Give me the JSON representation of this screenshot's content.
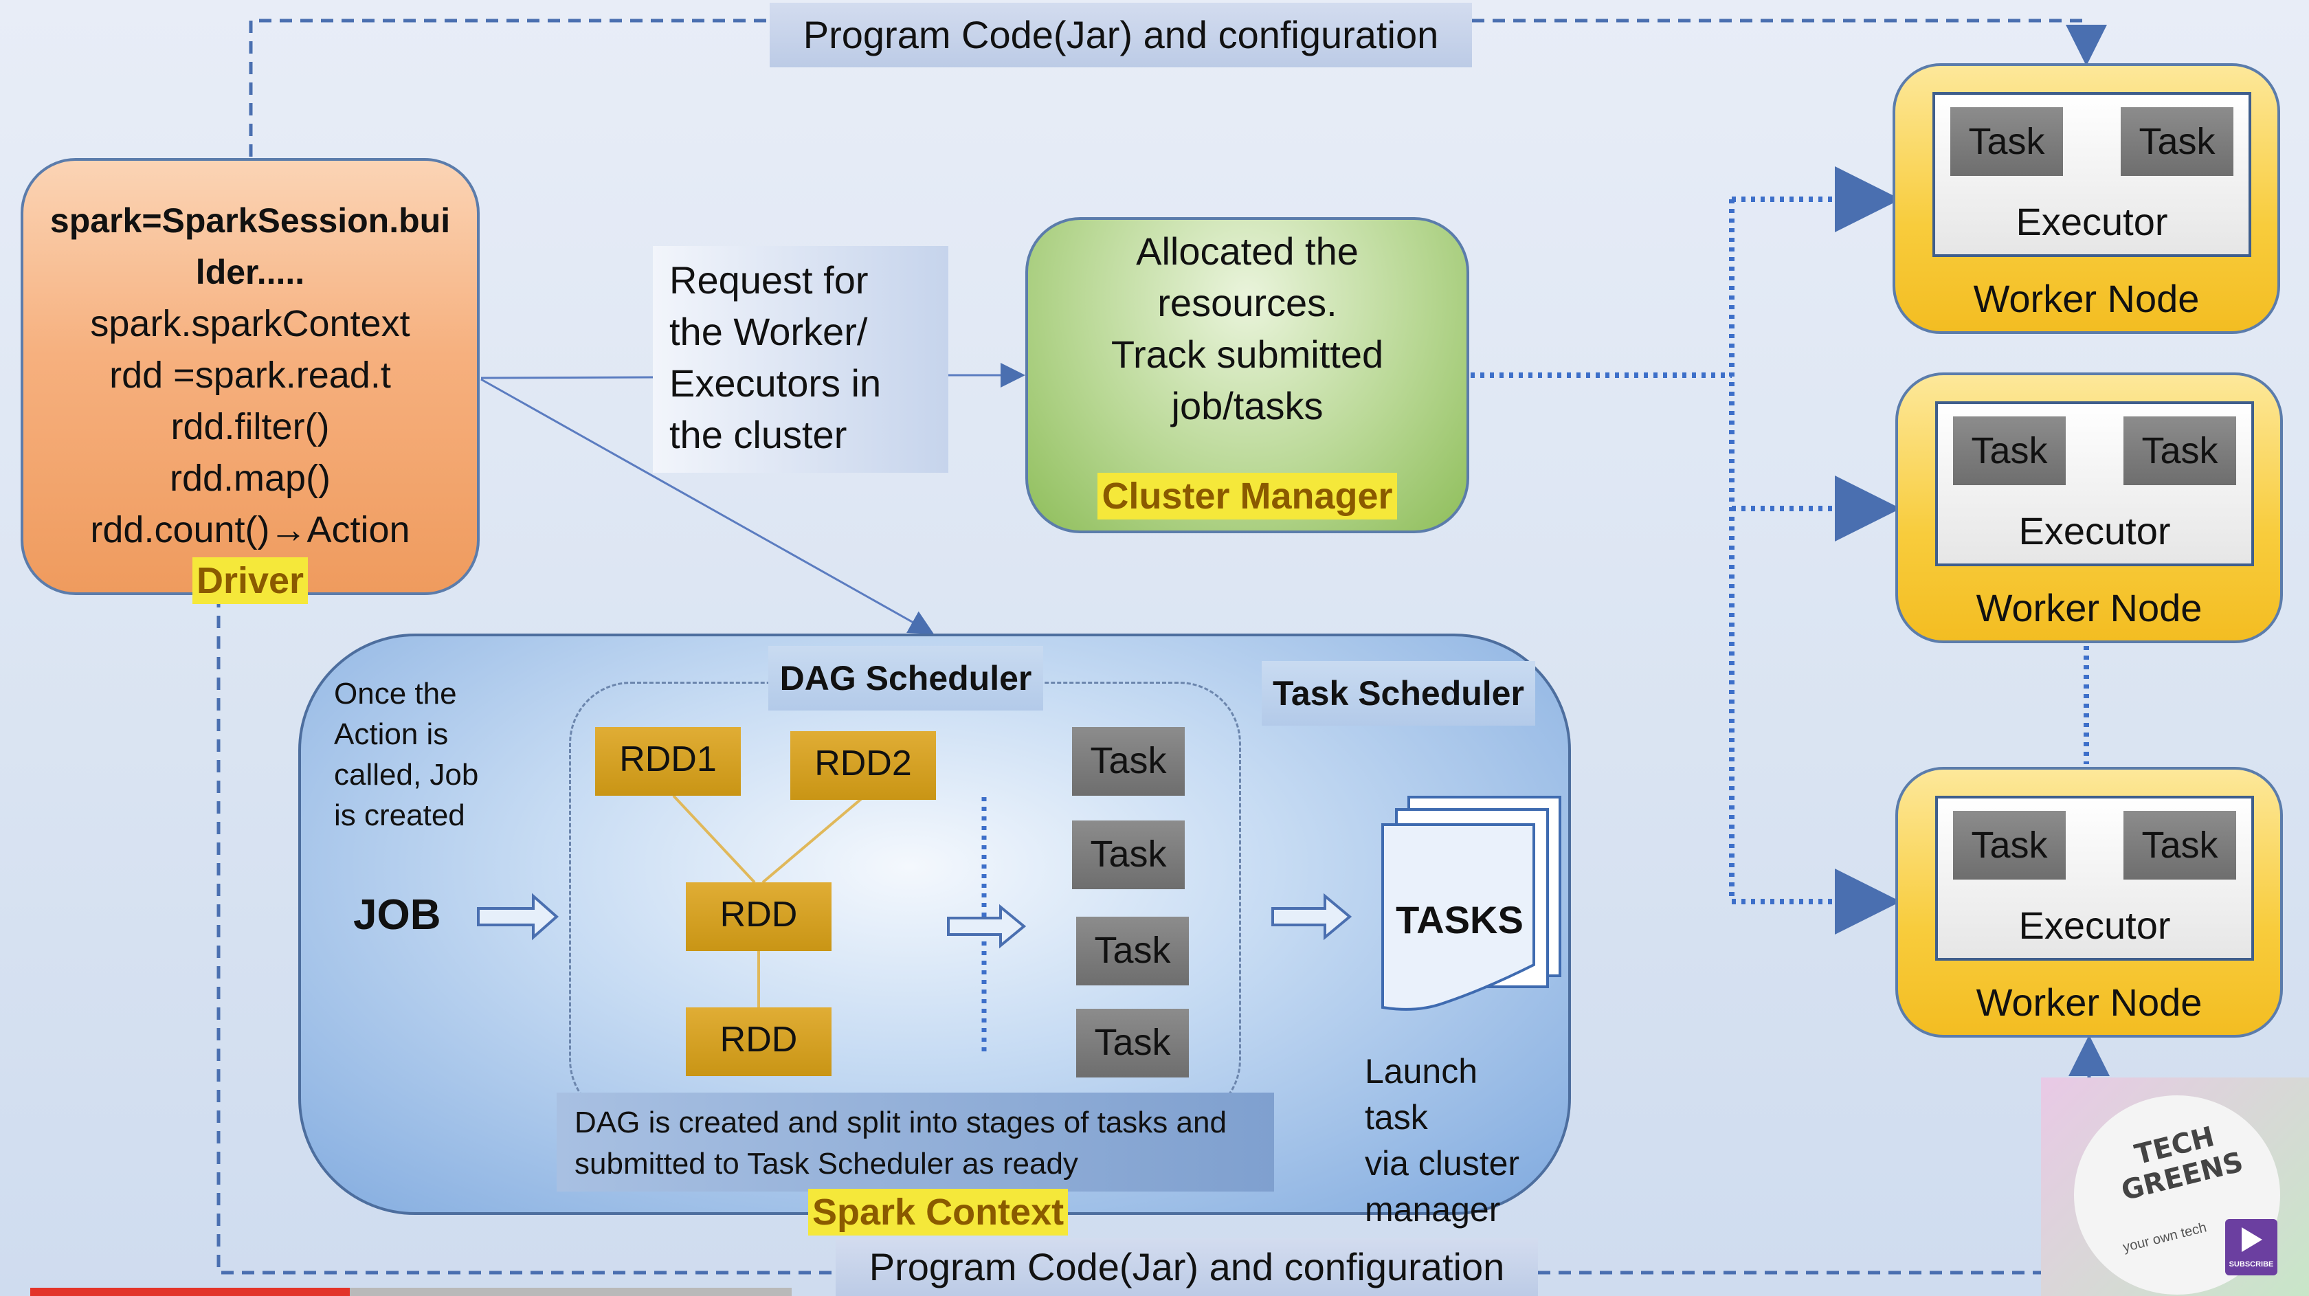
{
  "banners": {
    "top": "Program Code(Jar) and configuration",
    "bottom": "Program Code(Jar) and configuration"
  },
  "driver": {
    "lines": [
      "spark=SparkSession.bui",
      "lder.....",
      "spark.sparkContext",
      "rdd =spark.read.t",
      "rdd.filter()",
      "rdd.map()",
      "rdd.count()→Action"
    ],
    "label": "Driver"
  },
  "request": {
    "lines": [
      "Request for",
      "the Worker/",
      "Executors in",
      "the cluster"
    ]
  },
  "cluster_manager": {
    "lines": [
      "Allocated the",
      "resources.",
      "Track submitted",
      "job/tasks"
    ],
    "label": "Cluster Manager"
  },
  "workers": [
    {
      "task1": "Task",
      "task2": "Task",
      "executor": "Executor",
      "label": "Worker Node"
    },
    {
      "task1": "Task",
      "task2": "Task",
      "executor": "Executor",
      "label": "Worker Node"
    },
    {
      "task1": "Task",
      "task2": "Task",
      "executor": "Executor",
      "label": "Worker Node"
    }
  ],
  "spark_context": {
    "label": "Spark Context",
    "once_text": [
      "Once the",
      "Action is",
      "called, Job",
      "is created"
    ],
    "job": "JOB",
    "dag_label": "DAG Scheduler",
    "task_scheduler_label": "Task Scheduler",
    "rdds": [
      "RDD1",
      "RDD2",
      "RDD",
      "RDD"
    ],
    "tasks": [
      "Task",
      "Task",
      "Task",
      "Task"
    ],
    "tasks_doc": "TASKS",
    "launch_text": [
      "Launch task",
      "via cluster",
      "manager"
    ],
    "note": [
      "DAG is created and split into stages of tasks and",
      "submitted to Task Scheduler as ready"
    ]
  },
  "logo": {
    "line1": "TECH",
    "line2": "GREENS",
    "tagline": "your own tech",
    "subscribe": "SUBSCRIBE"
  },
  "colors": {
    "highlight": "#f5e83a",
    "dashed": "#4a6fb0"
  }
}
